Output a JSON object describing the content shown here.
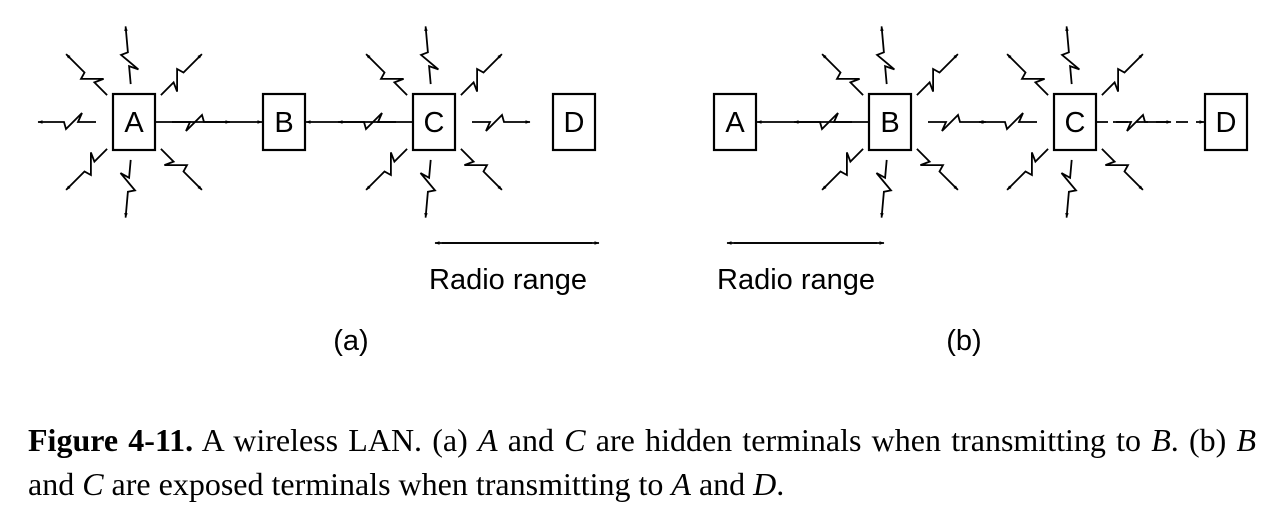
{
  "panels": [
    {
      "id": "a",
      "label": "(a)",
      "range_label": "Radio range",
      "nodes": [
        "A",
        "B",
        "C",
        "D"
      ],
      "transmitting": [
        "A",
        "C"
      ],
      "links": [
        {
          "from": "A",
          "to": "B",
          "style": "solid"
        },
        {
          "from": "C",
          "to": "B",
          "style": "solid"
        }
      ]
    },
    {
      "id": "b",
      "label": "(b)",
      "range_label": "Radio range",
      "nodes": [
        "A",
        "B",
        "C",
        "D"
      ],
      "transmitting": [
        "B",
        "C"
      ],
      "links": [
        {
          "from": "B",
          "to": "A",
          "style": "solid"
        },
        {
          "from": "C",
          "to": "D",
          "style": "dashed"
        }
      ]
    }
  ],
  "caption": {
    "figure_label": "Figure 4-11.",
    "segments": [
      {
        "t": " A wireless LAN. (a) ",
        "i": false
      },
      {
        "t": "A",
        "i": true
      },
      {
        "t": " and ",
        "i": false
      },
      {
        "t": "C",
        "i": true
      },
      {
        "t": " are hidden terminals when transmitting to ",
        "i": false
      },
      {
        "t": "B",
        "i": true
      },
      {
        "t": ". (b) ",
        "i": false
      },
      {
        "t": "B",
        "i": true
      },
      {
        "t": " and ",
        "i": false
      },
      {
        "t": "C",
        "i": true
      },
      {
        "t": " are exposed terminals when transmitting to ",
        "i": false
      },
      {
        "t": "A",
        "i": true
      },
      {
        "t": " and ",
        "i": false
      },
      {
        "t": "D",
        "i": true
      },
      {
        "t": ".",
        "i": false
      }
    ]
  }
}
